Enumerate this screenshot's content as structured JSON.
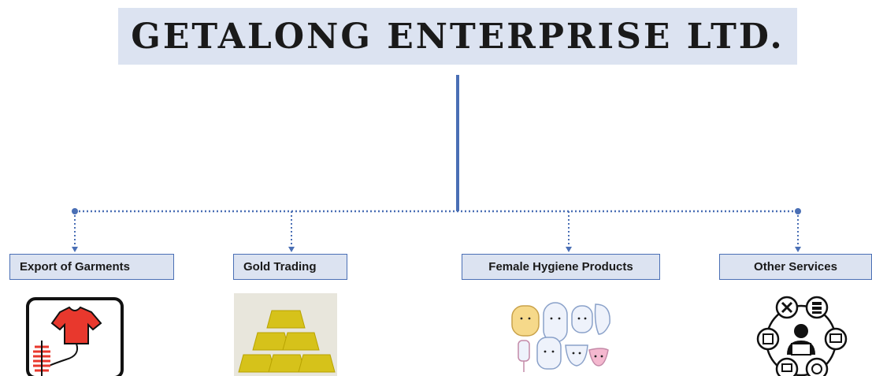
{
  "title": "GETALONG ENTERPRISE LTD.",
  "divisions": [
    {
      "label": "Export of Garments",
      "icon": "garment-sewing-icon"
    },
    {
      "label": "Gold Trading",
      "icon": "gold-bars-icon"
    },
    {
      "label": "Female Hygiene Products",
      "icon": "hygiene-products-icon"
    },
    {
      "label": "Other Services",
      "icon": "services-network-icon"
    }
  ],
  "colors": {
    "box_fill": "#dce3f1",
    "connector": "#4a6fb5",
    "border": "#4a6fb5"
  }
}
